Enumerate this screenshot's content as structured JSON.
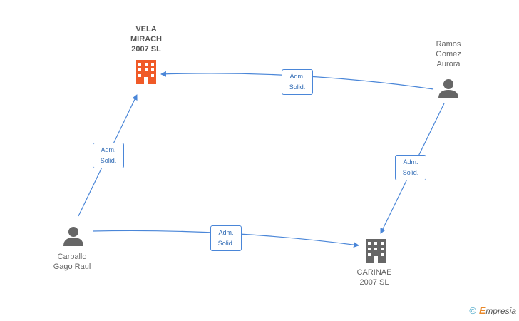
{
  "nodes": {
    "vela": {
      "label": "VELA\nMIRACH\n2007 SL",
      "icon": "building-icon",
      "color": "#f05a28"
    },
    "ramos": {
      "label": "Ramos\nGomez\nAurora",
      "icon": "person-icon",
      "color": "#555555"
    },
    "carballo": {
      "label": "Carballo\nGago Raul",
      "icon": "person-icon",
      "color": "#555555"
    },
    "carinae": {
      "label": "CARINAE\n2007 SL",
      "icon": "building-icon",
      "color": "#555555"
    }
  },
  "edges": [
    {
      "id": "ramos-vela",
      "label": "Adm.\nSolid."
    },
    {
      "id": "carballo-vela",
      "label": "Adm.\nSolid."
    },
    {
      "id": "ramos-carinae",
      "label": "Adm.\nSolid."
    },
    {
      "id": "carballo-carinae",
      "label": "Adm.\nSolid."
    }
  ],
  "edge_color": "#4a86d8",
  "footer": {
    "copyright": "©",
    "brand_first": "E",
    "brand_rest": "mpresia"
  }
}
